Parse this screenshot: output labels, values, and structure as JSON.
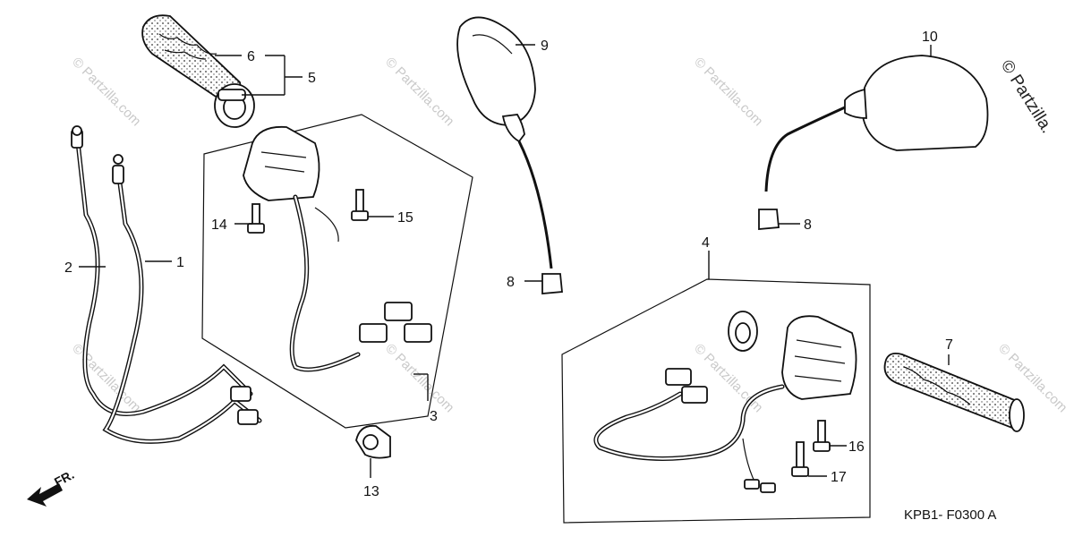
{
  "diagram": {
    "callouts": [
      {
        "id": "1",
        "text": "1"
      },
      {
        "id": "2",
        "text": "2"
      },
      {
        "id": "3",
        "text": "3"
      },
      {
        "id": "4",
        "text": "4"
      },
      {
        "id": "5",
        "text": "5"
      },
      {
        "id": "6",
        "text": "6"
      },
      {
        "id": "7",
        "text": "7"
      },
      {
        "id": "8a",
        "text": "8"
      },
      {
        "id": "8b",
        "text": "8"
      },
      {
        "id": "9",
        "text": "9"
      },
      {
        "id": "10",
        "text": "10"
      },
      {
        "id": "13",
        "text": "13"
      },
      {
        "id": "14",
        "text": "14"
      },
      {
        "id": "15",
        "text": "15"
      },
      {
        "id": "16",
        "text": "16"
      },
      {
        "id": "17",
        "text": "17"
      }
    ],
    "front_indicator": "FR.",
    "diagram_code": "KPB1- F0300 A",
    "watermark": "© Partzilla.com",
    "corner_watermark": "© Partzilla."
  }
}
